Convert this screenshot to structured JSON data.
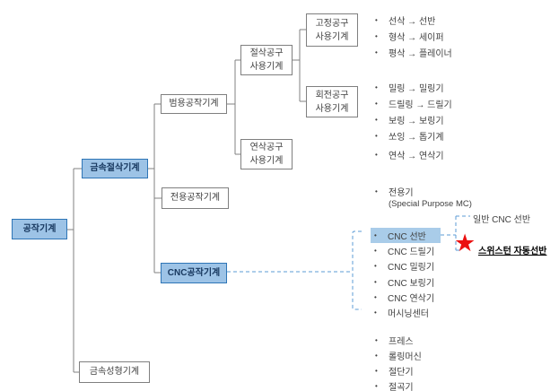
{
  "ui": {
    "bullet": "•",
    "star": "★"
  },
  "colors": {
    "node_fill_blue": "#9DC3E6",
    "node_border_blue": "#2E75B6",
    "node_border_gray": "#7F7F7F",
    "connector_gray": "#808080",
    "connector_dashed_blue": "#5B9BD5",
    "highlight_fill": "#A9CCE9",
    "star_red": "#EB1010",
    "text_dark": "#3F3F3F"
  },
  "nodes": {
    "root": {
      "label": "공작기계"
    },
    "metal_cutting": {
      "label": "금속절삭기계"
    },
    "metal_forming": {
      "label": "금속성형기계"
    },
    "general_purpose": {
      "label": "범용공작기계"
    },
    "special_purpose": {
      "label": "전용공작기계"
    },
    "cnc": {
      "label": "CNC공작기계"
    },
    "cutting_tool": {
      "line1": "절삭공구",
      "line2": "사용기계"
    },
    "grinding_tool": {
      "line1": "연삭공구",
      "line2": "사용기계"
    },
    "fixed_tool": {
      "line1": "고정공구",
      "line2": "사용기계"
    },
    "rotary_tool": {
      "line1": "회전공구",
      "line2": "사용기계"
    }
  },
  "lists": {
    "fixed_tool_processes": {
      "items": [
        "선삭 → 선반",
        "형삭 → 세이퍼",
        "평삭 → 플레이너"
      ]
    },
    "rotary_tool_processes": {
      "items": [
        "밀링 → 밀링기",
        "드릴링 → 드릴기",
        "보링 → 보링기",
        "쏘잉 → 톱기계"
      ]
    },
    "grinding_processes": {
      "items": [
        "연삭 → 연삭기"
      ]
    },
    "special_purpose_detail": {
      "name": "전용기",
      "subtitle": "(Special Purpose MC)"
    },
    "cnc_machines": {
      "items": [
        "CNC 선반",
        "CNC 드릴기",
        "CNC 밀링기",
        "CNC 보링기",
        "CNC 연삭기",
        "머시닝센터"
      ],
      "highlighted": "CNC 선반"
    },
    "forming_machines": {
      "items": [
        "프레스",
        "롤링머신",
        "절단기",
        "절곡기"
      ]
    }
  },
  "annotations": {
    "general_cnc_lathe": "일반 CNC 선반",
    "swiss_turn_lathe": "스위스턴 자동선반"
  }
}
